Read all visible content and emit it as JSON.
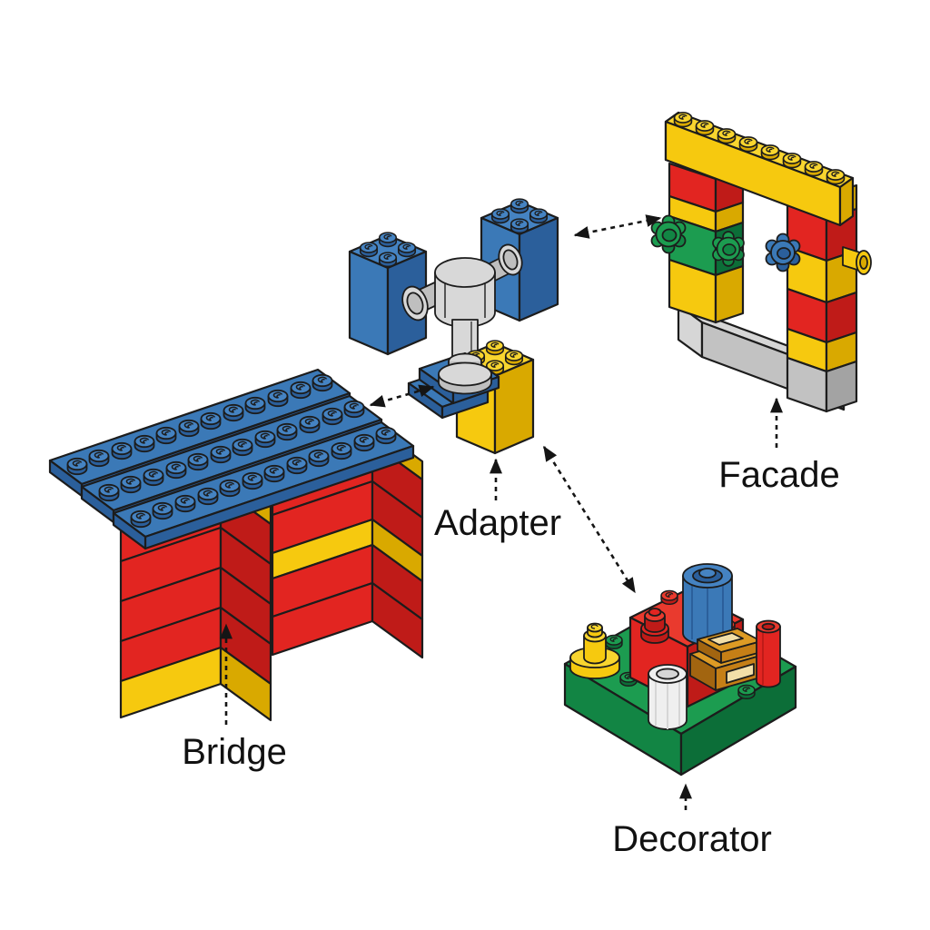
{
  "title": "LEGO design pattern structures diagram",
  "labels": {
    "bridge": "Bridge",
    "adapter": "Adapter",
    "facade": "Facade",
    "decorator": "Decorator"
  },
  "palette": {
    "background": "#ffffff",
    "outline": "#1c1c1c",
    "text": "#111111",
    "blue": "#3b79b7",
    "blue_deep": "#2b5f9b",
    "blue_top": "#4583c2",
    "red": "#e22521",
    "red_dark": "#bf1b18",
    "red_top": "#e93a2e",
    "yellow": "#f6c90f",
    "yellow_dark": "#d9a900",
    "yellow_top": "#f8d52f",
    "green": "#1c9c50",
    "green_deep": "#128544",
    "green_dark": "#0c6e38",
    "gray_top": "#d6d6d6",
    "gray_mid": "#c2c2c2",
    "gray_dark": "#a3a3a3",
    "pipe_light": "#d8d8d8",
    "pipe_mid": "#bfbfbf",
    "gold": "#dd9b25",
    "gold_mid": "#c57f16",
    "gold_dark": "#a26510",
    "gold_light": "#f2dfa8",
    "white_piece": "#efefef",
    "white_piece_dark": "#d5d5d5"
  },
  "structures": [
    {
      "id": "bridge",
      "label": "Bridge",
      "description": "Three blue 1x12 plates laid as a deck across two pillars of stacked red bricks with yellow accent layers"
    },
    {
      "id": "adapter",
      "label": "Adapter",
      "description": "Two tall blue 2x2 bricks joined by a gray T-shaped pipe connector whose foot rests on a stepped blue plate over a yellow 2x2 brick"
    },
    {
      "id": "facade",
      "label": "Facade",
      "description": "Door-frame wall: yellow 1x8 beam on two red-and-yellow columns over a gray base; green clip knobs on the left column, blue clip and yellow side knob on the right column"
    },
    {
      "id": "decorator",
      "label": "Decorator",
      "description": "Green baseplate decorated with a red 2x2 brick, blue knurled barrel, yellow cone, white fluted cylinder, gold chest and red cylinder"
    }
  ],
  "connections": [
    {
      "from": "Bridge",
      "to": "Adapter",
      "style": "dashed, double-headed"
    },
    {
      "from": "Adapter",
      "to": "Facade",
      "style": "dashed, double-headed"
    },
    {
      "from": "Adapter",
      "to": "Decorator",
      "style": "dashed, double-headed"
    }
  ],
  "label_pointers": [
    {
      "label": "Bridge",
      "points_to": "bridge structure"
    },
    {
      "label": "Adapter",
      "points_to": "adapter structure"
    },
    {
      "label": "Facade",
      "points_to": "facade structure"
    },
    {
      "label": "Decorator",
      "points_to": "decorator structure"
    }
  ]
}
